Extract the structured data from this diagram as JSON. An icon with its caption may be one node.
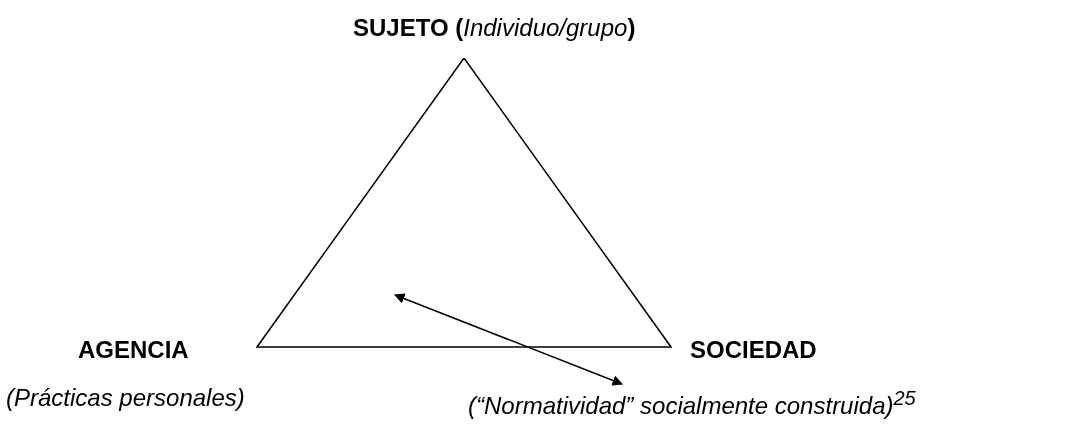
{
  "diagram": {
    "nodes": [
      {
        "text": [],
        "shape": "triangle"
      },
      {
        "text": [
          "(“Normatividad” socialmente construida)$^{25}$"
        ]
      }
    ],
    "edges": [
      {
        "from": 0,
        "to": 1,
        "arrow": "both"
      }
    ],
    "labels": [
      "SUJETO (*Individuo/grupo*)",
      "AGENCIA",
      "SOCIEDAD",
      "(Prácticas personales)"
    ]
  }
}
